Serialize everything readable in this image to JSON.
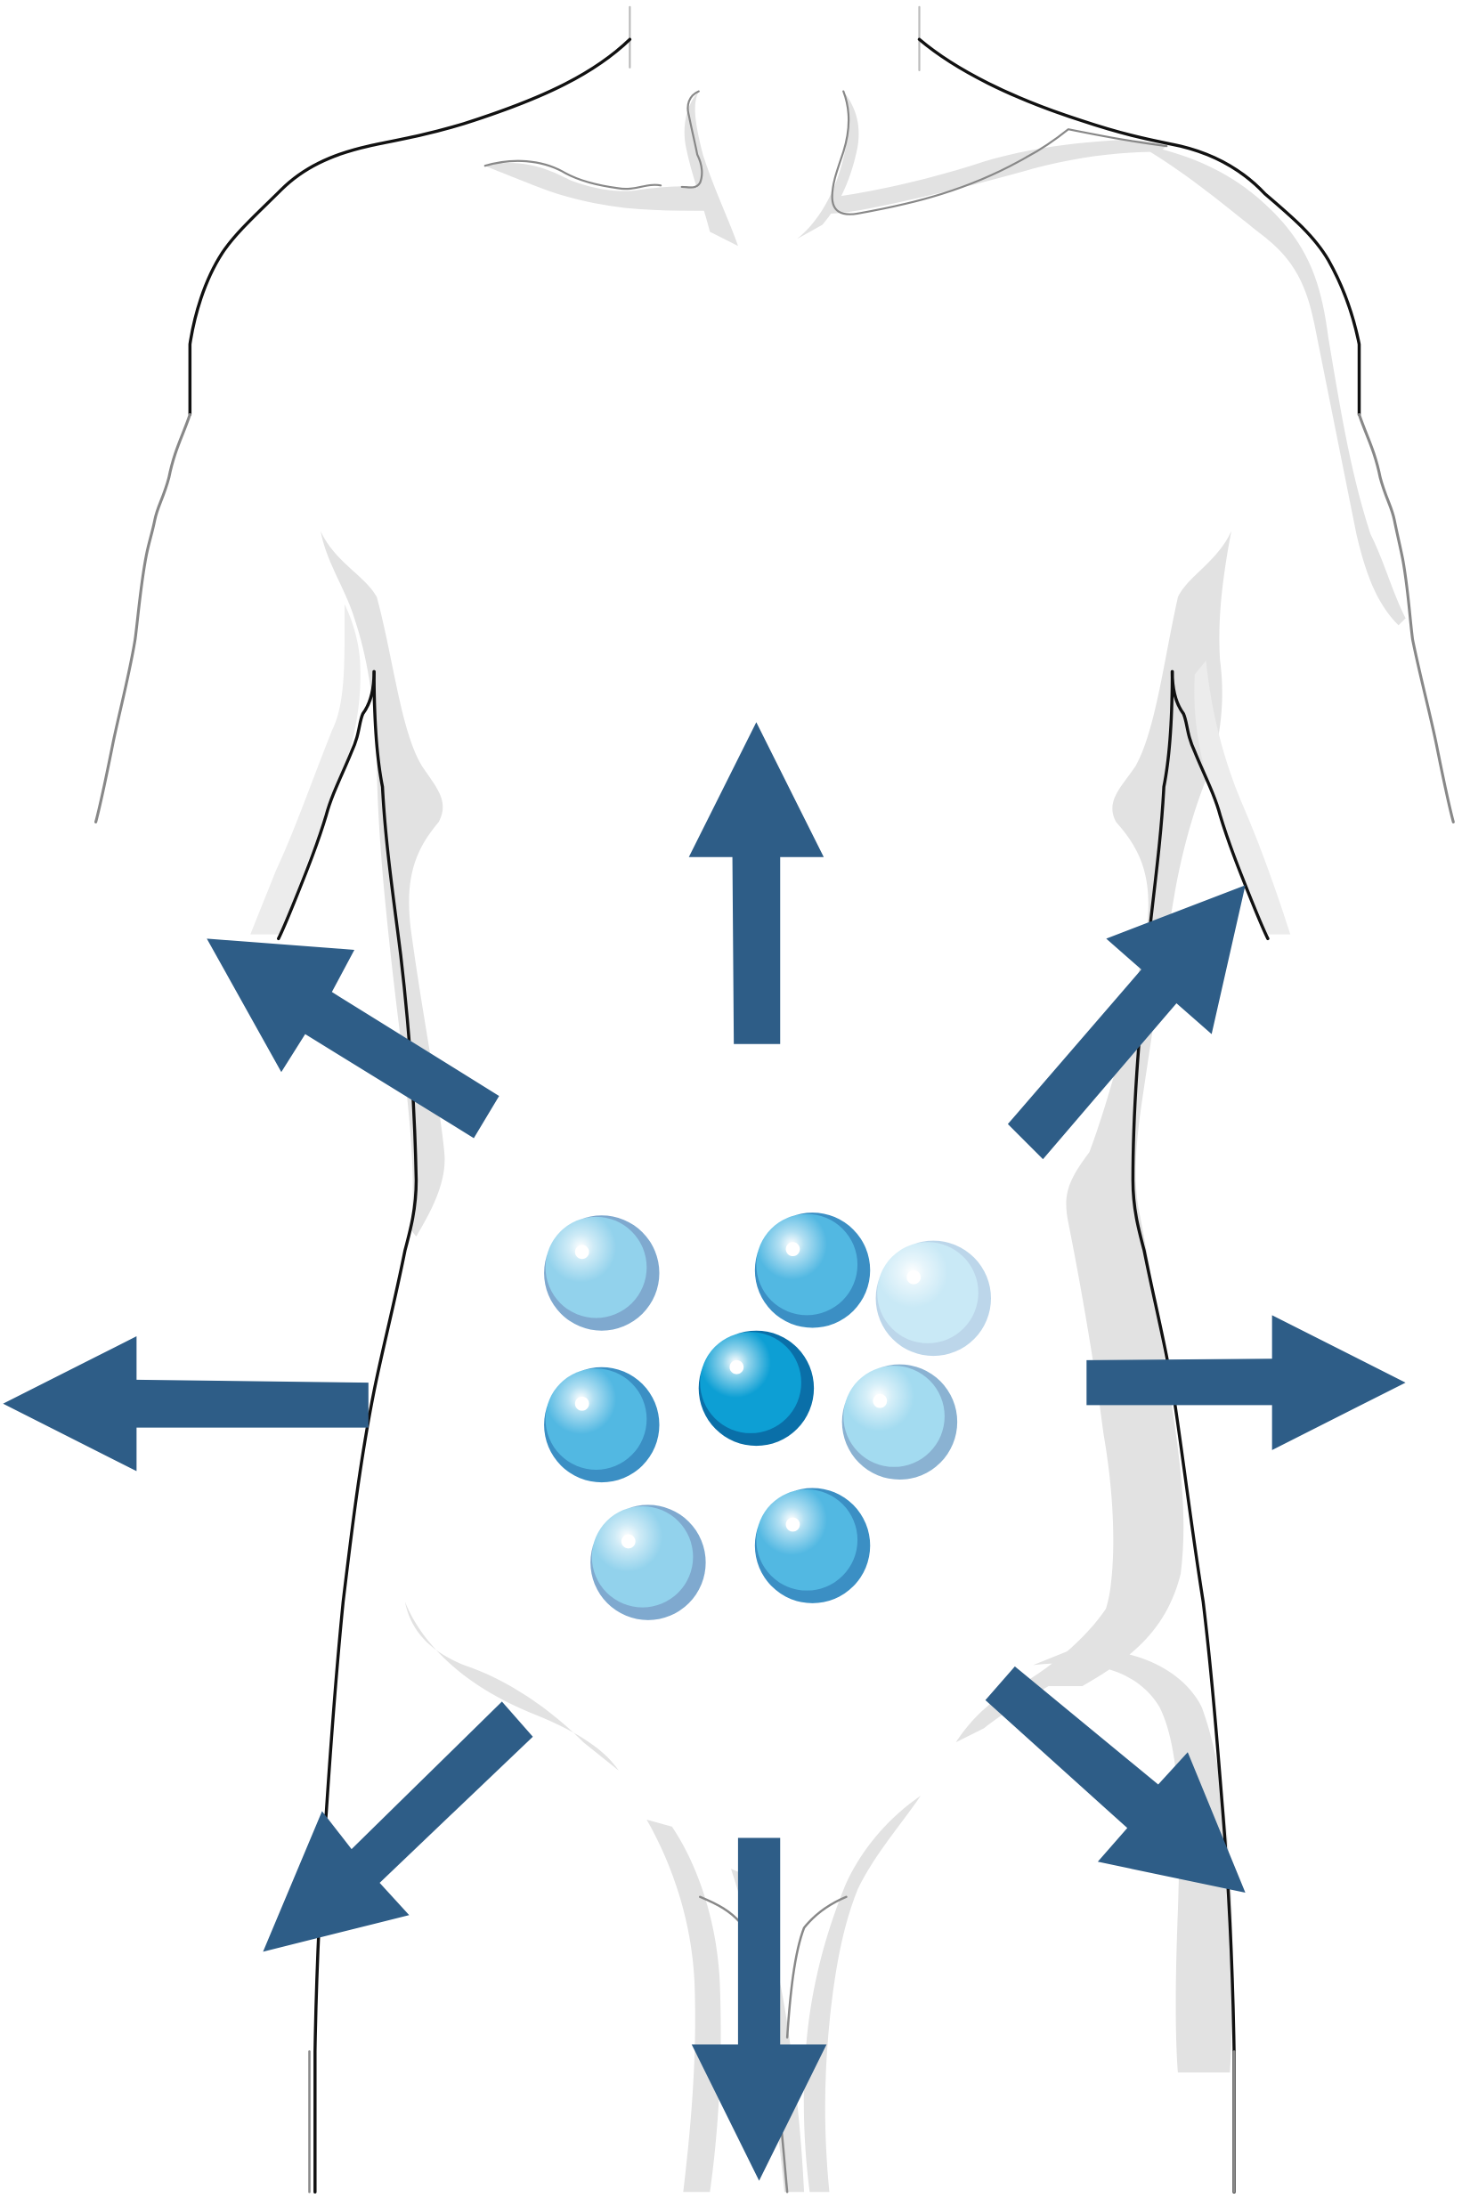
{
  "figure": {
    "subject": "torso-outline",
    "background_color": "#ffffff"
  },
  "colors": {
    "outline": "#111111",
    "outline_faint": "#8a8a8a",
    "shadow": "#e2e2e2",
    "arrow": "#2e5d87"
  },
  "arrows": [
    {
      "name": "arrow-up",
      "direction": "up"
    },
    {
      "name": "arrow-up-left",
      "direction": "up-left"
    },
    {
      "name": "arrow-up-right",
      "direction": "up-right"
    },
    {
      "name": "arrow-left",
      "direction": "left"
    },
    {
      "name": "arrow-right",
      "direction": "right"
    },
    {
      "name": "arrow-down-left",
      "direction": "down-left"
    },
    {
      "name": "arrow-down-right",
      "direction": "down-right"
    },
    {
      "name": "arrow-down",
      "direction": "down"
    }
  ],
  "particles": [
    {
      "name": "particle-top-left",
      "shade": "light",
      "fill": "#92d2ec",
      "rim": "#7fa9cf"
    },
    {
      "name": "particle-top-center",
      "shade": "medium",
      "fill": "#52b8e2",
      "rim": "#3b8fc4"
    },
    {
      "name": "particle-top-right",
      "shade": "pale",
      "fill": "#c9e9f6",
      "rim": "#bcd6ea"
    },
    {
      "name": "particle-mid-left",
      "shade": "medium",
      "fill": "#52b8e2",
      "rim": "#3b8fc4"
    },
    {
      "name": "particle-center",
      "shade": "dark",
      "fill": "#0d9fd4",
      "rim": "#0a6fa8"
    },
    {
      "name": "particle-mid-right",
      "shade": "light",
      "fill": "#a3dbf0",
      "rim": "#8ab2d2"
    },
    {
      "name": "particle-bottom-left",
      "shade": "light",
      "fill": "#92d2ec",
      "rim": "#7fa9cf"
    },
    {
      "name": "particle-bottom-right",
      "shade": "medium",
      "fill": "#52b8e2",
      "rim": "#3b8fc4"
    }
  ]
}
